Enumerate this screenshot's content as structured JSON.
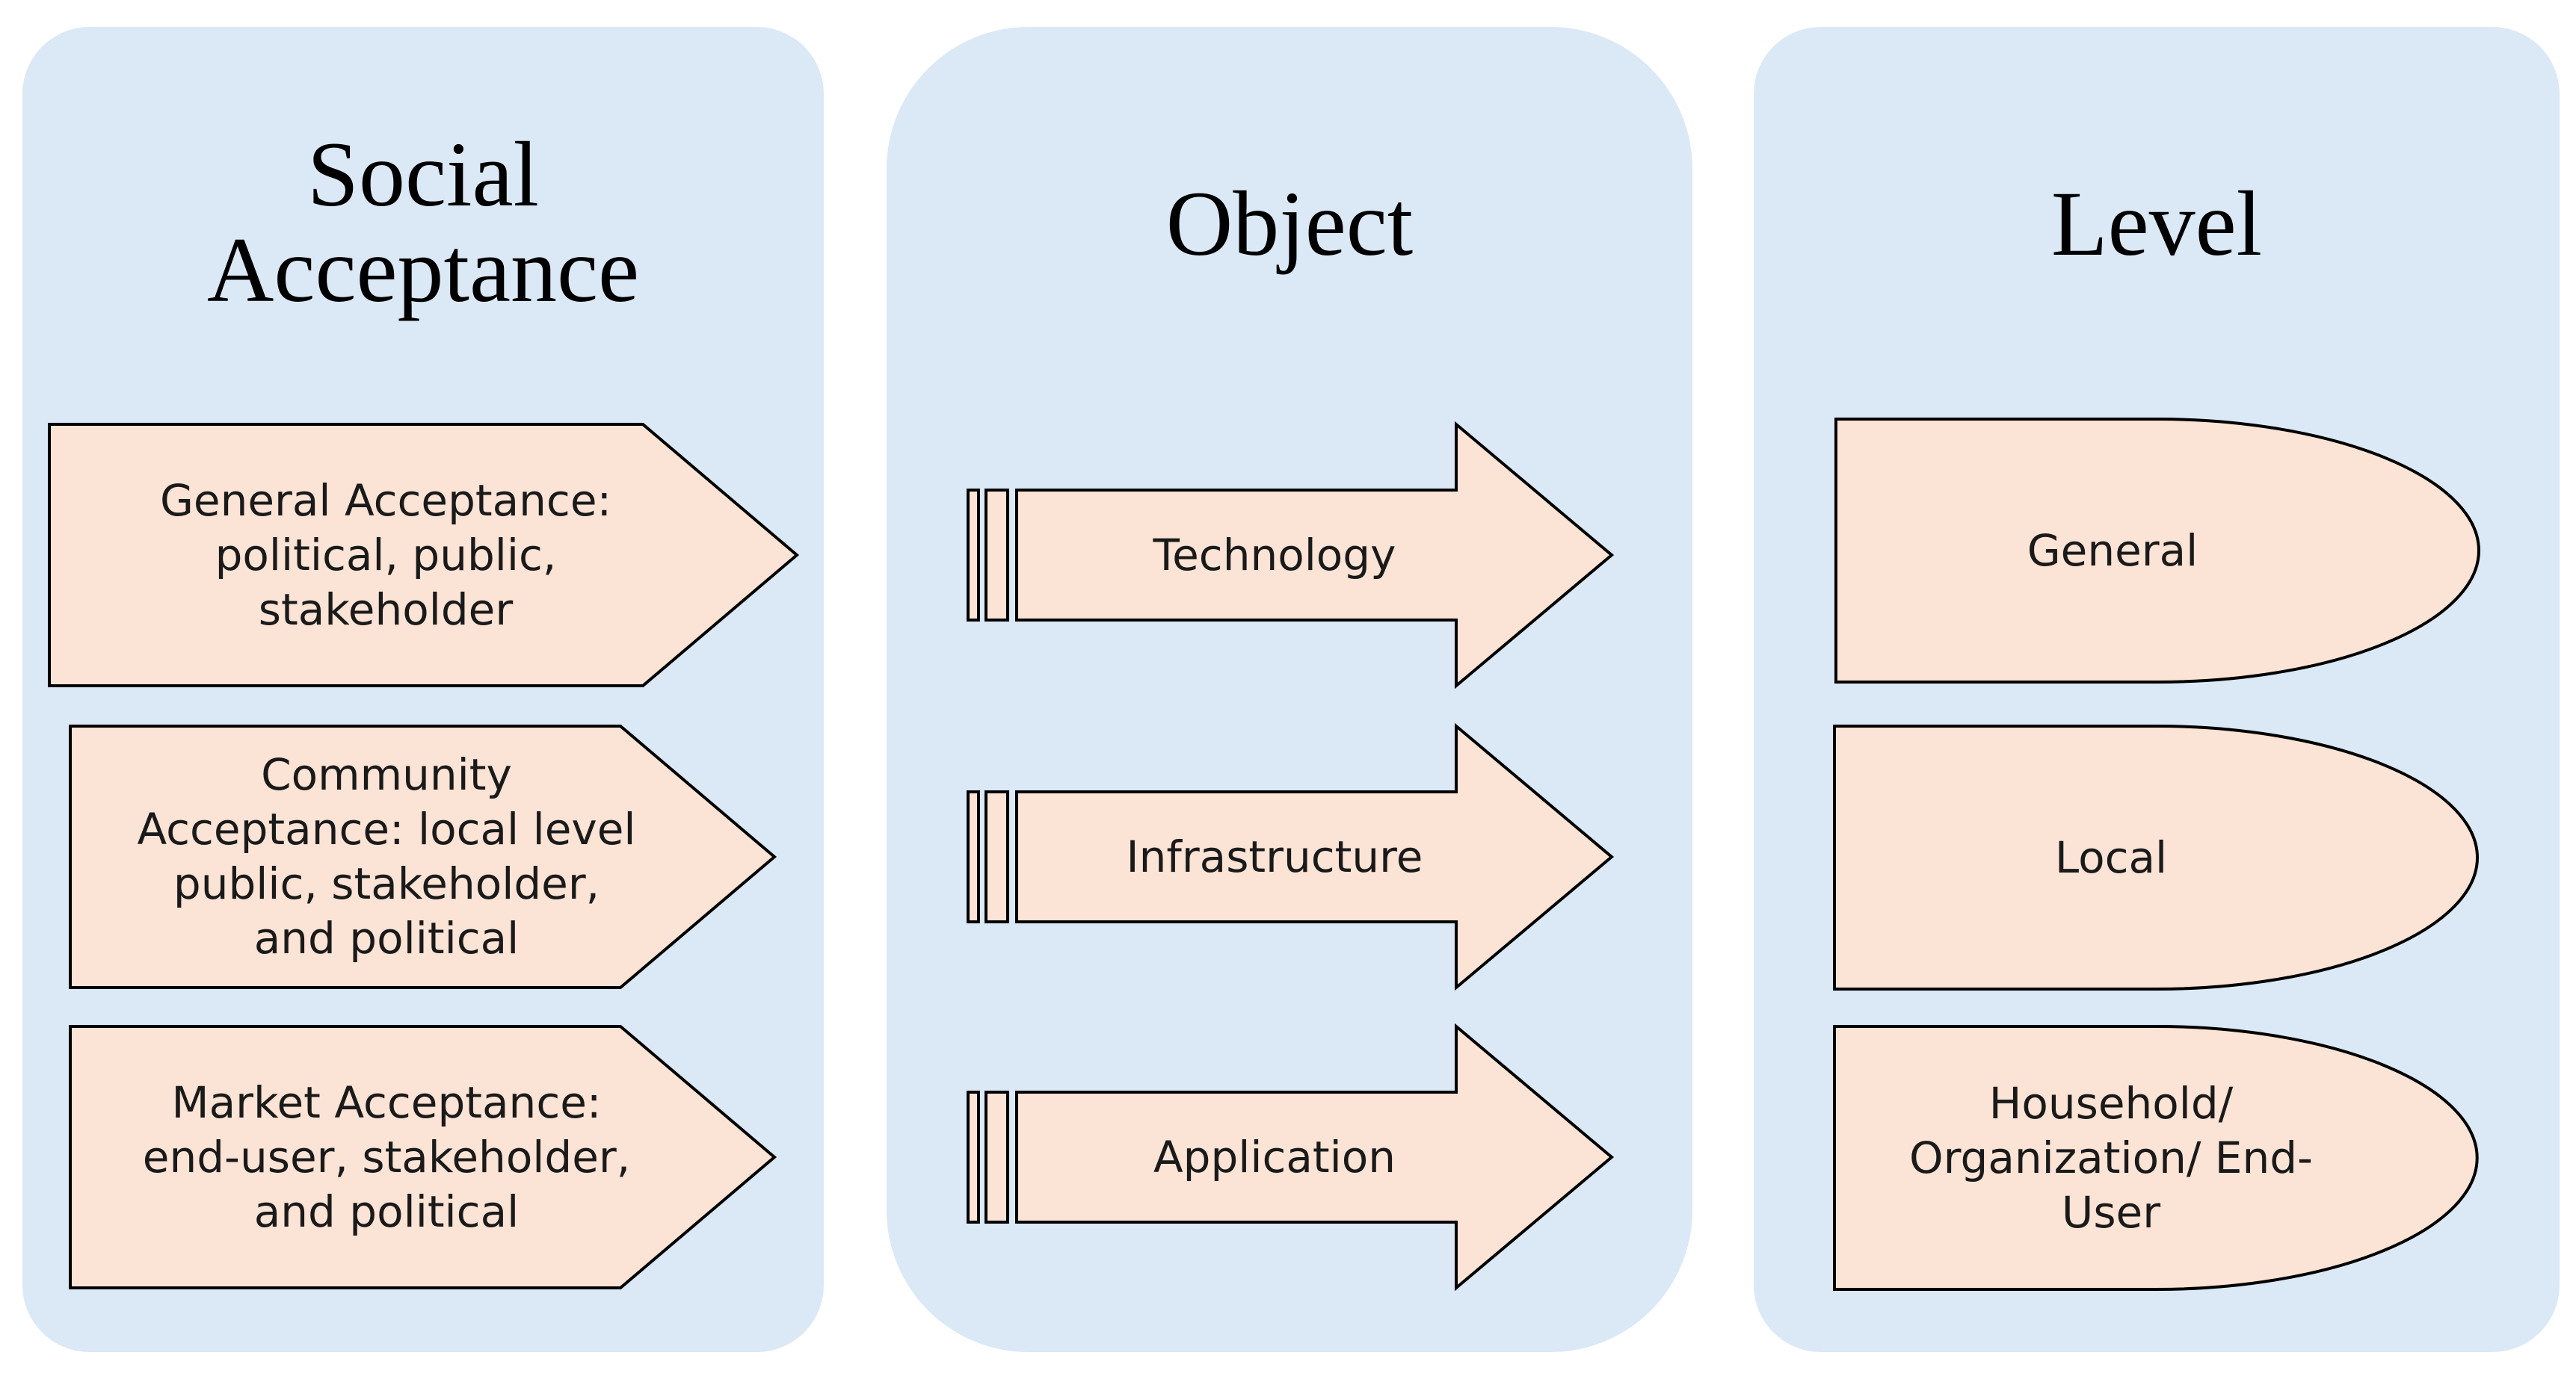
{
  "colors": {
    "panel_fill": "#dbe8f6",
    "shape_fill": "#fbe3d5",
    "stroke": "#000000"
  },
  "columns": {
    "social": {
      "title": "Social\nAcceptance",
      "items": [
        "General Acceptance:\npolitical, public,\nstakeholder",
        "Community\nAcceptance: local level\npublic, stakeholder,\nand political",
        "Market Acceptance:\nend-user, stakeholder,\nand political"
      ]
    },
    "object": {
      "title": "Object",
      "items": [
        "Technology",
        "Infrastructure",
        "Application"
      ]
    },
    "level": {
      "title": "Level",
      "items": [
        "General",
        "Local",
        "Household/\nOrganization/ End-\nUser"
      ]
    }
  }
}
